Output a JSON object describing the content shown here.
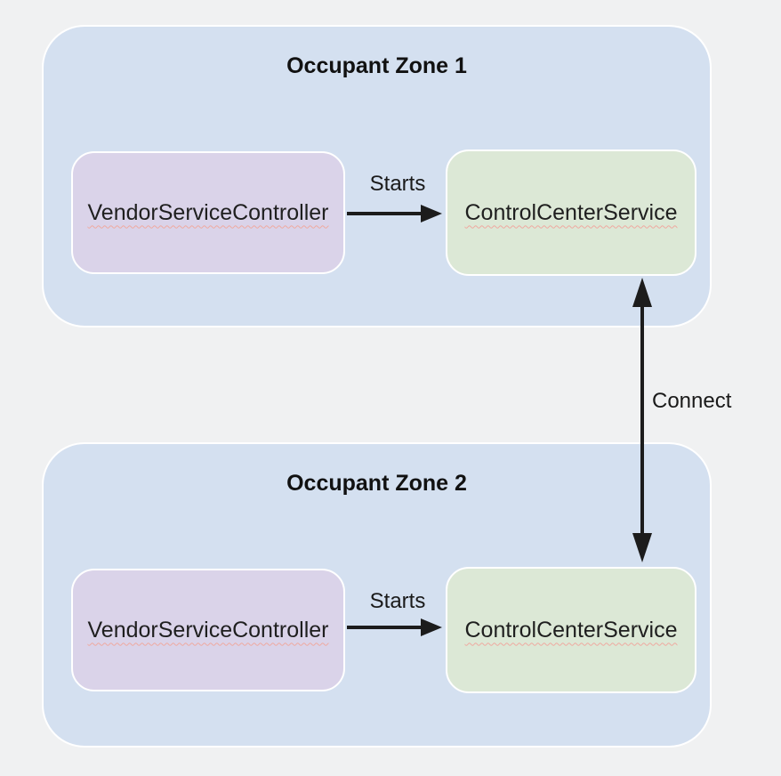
{
  "diagram": {
    "zones": [
      {
        "title": "Occupant Zone 1",
        "nodes": [
          {
            "label": "VendorServiceController"
          },
          {
            "label": "ControlCenterService"
          }
        ],
        "edge_label": "Starts"
      },
      {
        "title": "Occupant Zone 2",
        "nodes": [
          {
            "label": "VendorServiceController"
          },
          {
            "label": "ControlCenterService"
          }
        ],
        "edge_label": "Starts"
      }
    ],
    "connector": {
      "label": "Connect"
    },
    "colors": {
      "background": "#f0f1f2",
      "zone_fill": "#d4e0f0",
      "vendor_node_fill": "#dad3e9",
      "control_node_fill": "#dce8d6",
      "node_border": "#ffffff",
      "arrow": "#1c1c1c",
      "spellcheck_underline": "#efa9a0",
      "text": "#1f1f1f"
    }
  }
}
